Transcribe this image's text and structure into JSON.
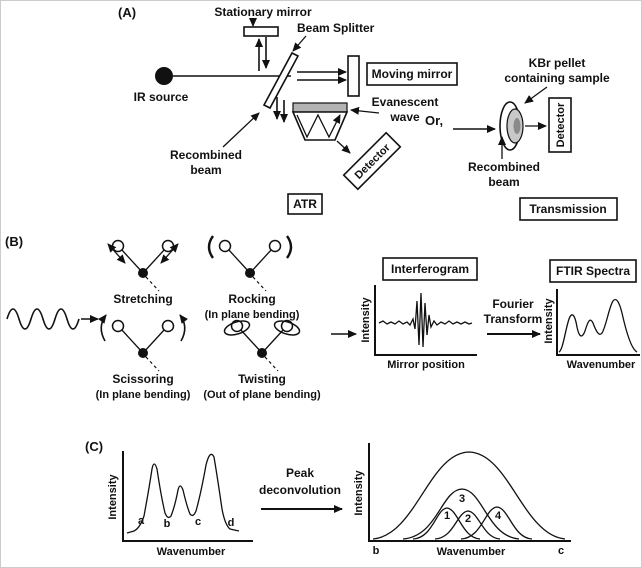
{
  "figure": {
    "panel_a": {
      "label": "(A)",
      "stationary_mirror": "Stationary mirror",
      "beam_splitter": "Beam Splitter",
      "ir_source": "IR source",
      "moving_mirror": "Moving mirror",
      "evanescent_line1": "Evanescent",
      "evanescent_line2": "wave",
      "recombined_line1": "Recombined",
      "recombined_line2": "beam",
      "atr_detector": "Detector",
      "atr_box": "ATR",
      "or_label": "Or,",
      "kbr_line1": "KBr pellet",
      "kbr_line2": "containing sample",
      "trans_detector": "Detector",
      "trans_recombined_line1": "Recombined",
      "trans_recombined_line2": "beam",
      "transmission_box": "Transmission"
    },
    "panel_b": {
      "label": "(B)",
      "stretching": "Stretching",
      "rocking": "Rocking",
      "rocking_sub": "(In plane bending)",
      "scissoring": "Scissoring",
      "scissoring_sub": "(In plane bending)",
      "twisting": "Twisting",
      "twisting_sub": "(Out of plane bending)",
      "interferogram_box": "Interferogram",
      "interferogram_ylabel": "Intensity",
      "interferogram_xlabel": "Mirror position",
      "fourier_line1": "Fourier",
      "fourier_line2": "Transform",
      "ftir_box": "FTIR Spectra",
      "ftir_ylabel": "Intensity",
      "ftir_xlabel": "Wavenumber"
    },
    "panel_c": {
      "label": "(C)",
      "left_ylabel": "Intensity",
      "left_xlabel": "Wavenumber",
      "peak_a": "a",
      "peak_b": "b",
      "peak_c": "c",
      "peak_d": "d",
      "decon_line1": "Peak",
      "decon_line2": "deconvolution",
      "right_ylabel": "Intensity",
      "right_xlabel": "Wavenumber",
      "right_b": "b",
      "right_c": "c",
      "comp_1": "1",
      "comp_2": "2",
      "comp_3": "3",
      "comp_4": "4"
    },
    "colors": {
      "ink": "#111111",
      "sample_gray": "#b3b3b3",
      "pellet_gray": "#c8c8c8",
      "pellet_core": "#8a8a8a"
    }
  }
}
